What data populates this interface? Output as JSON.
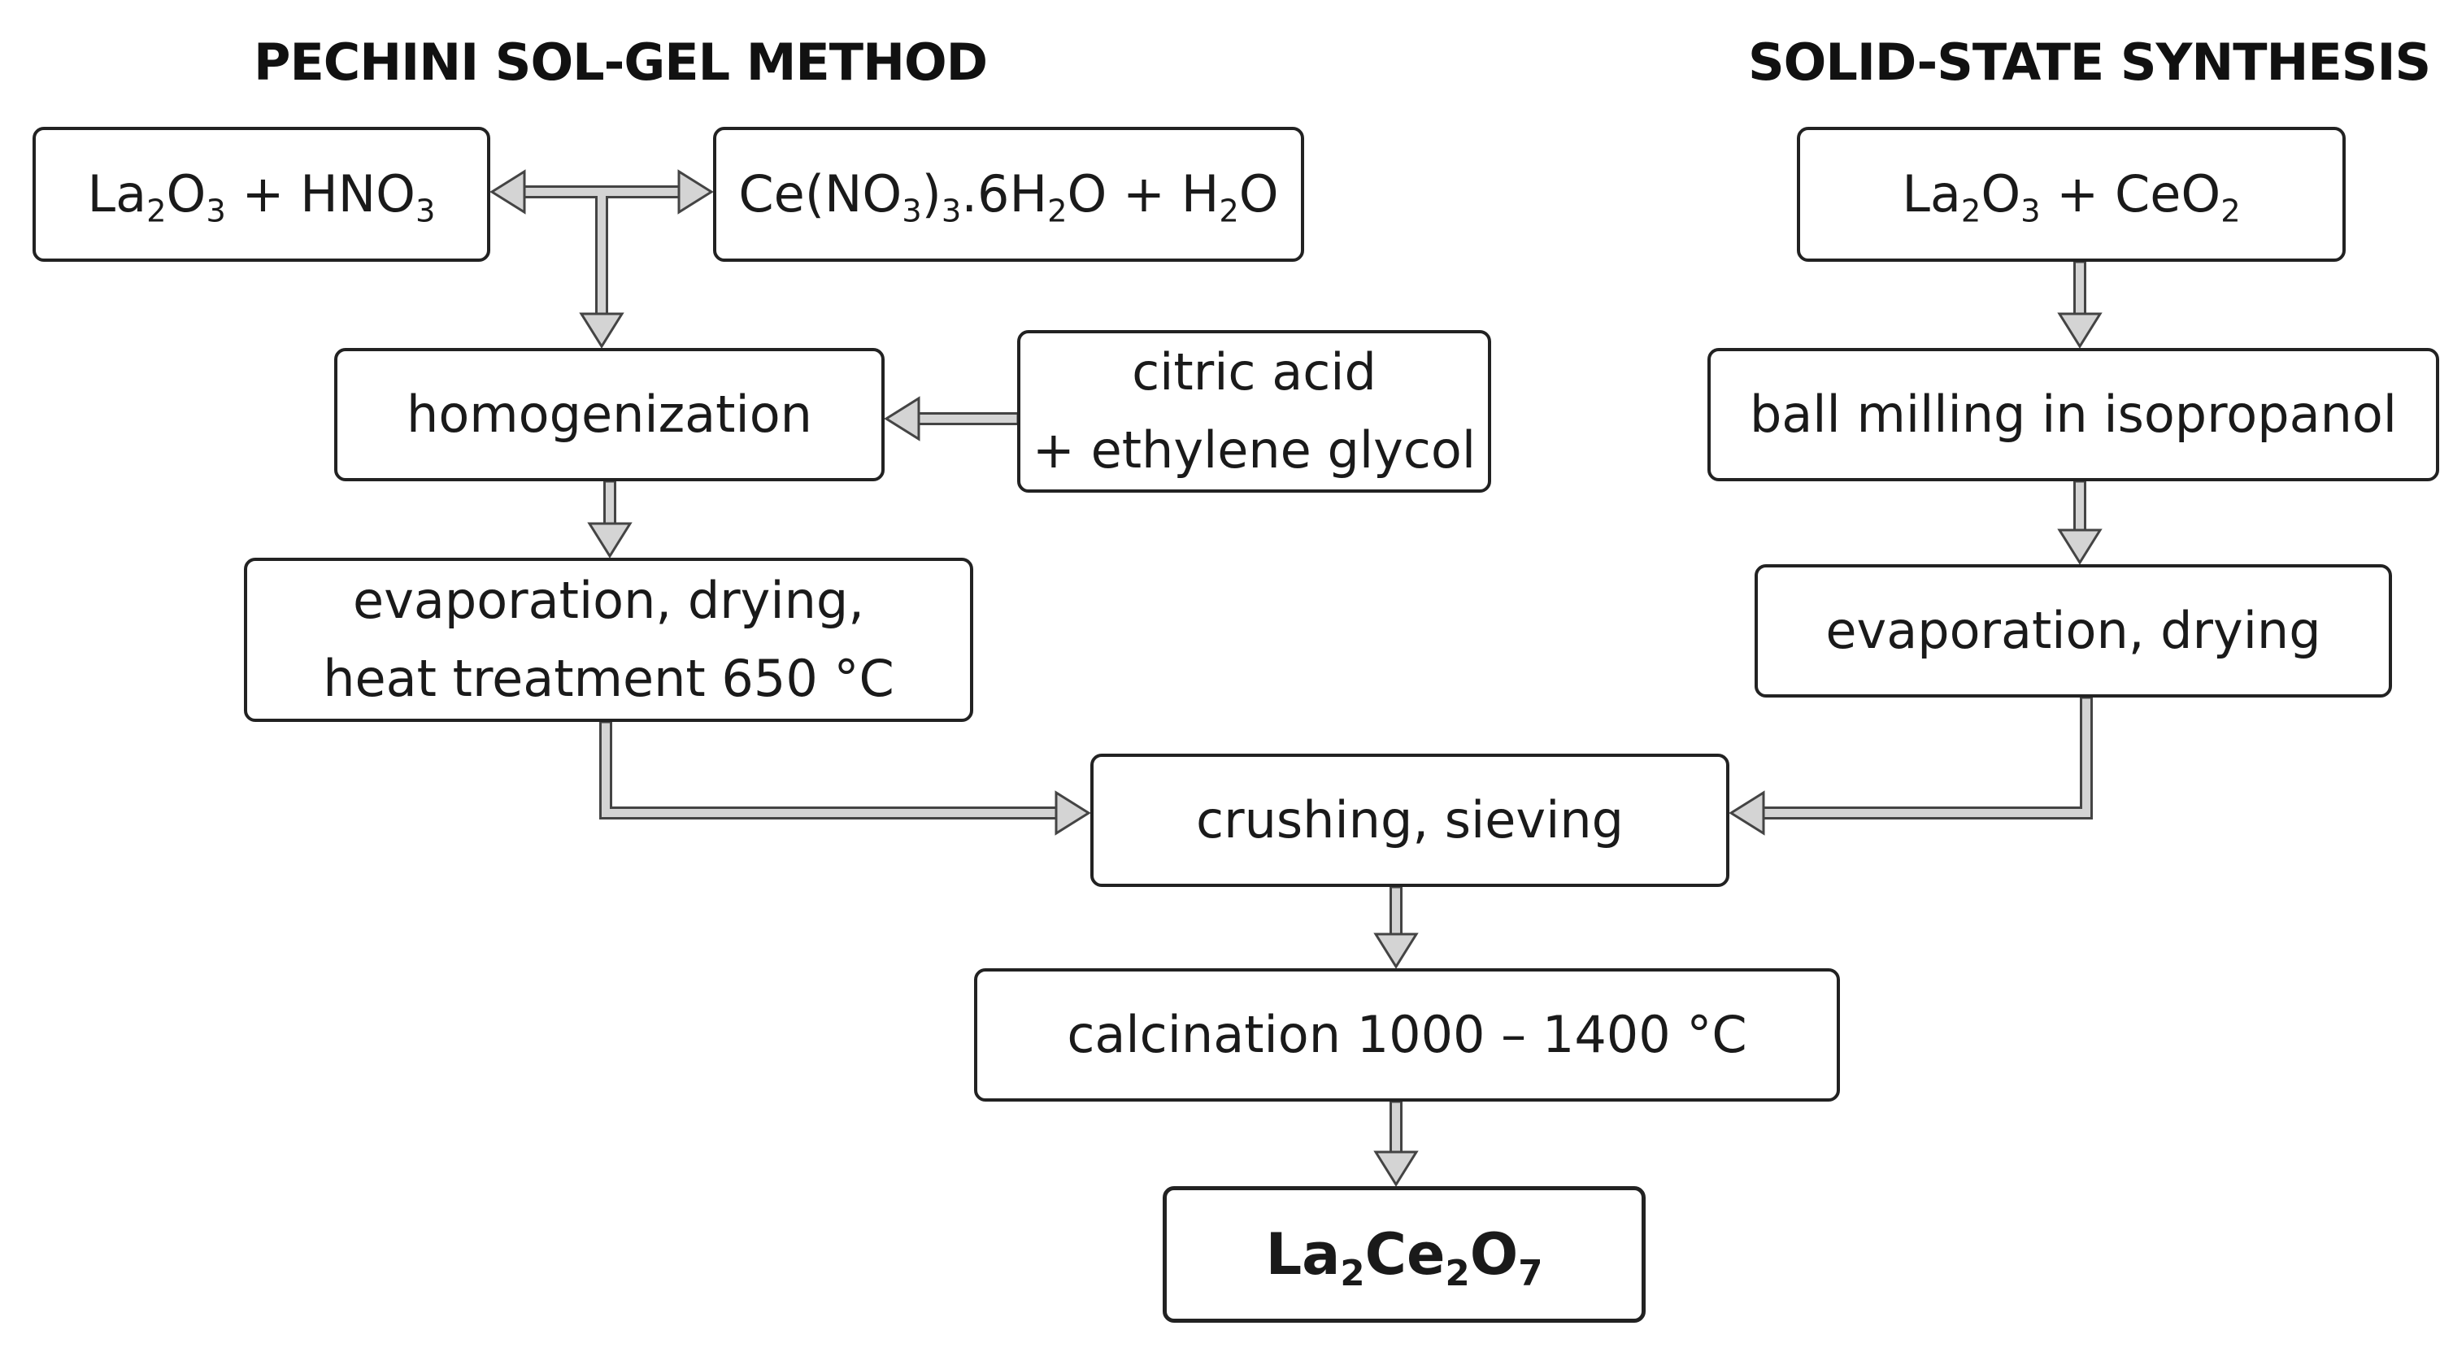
{
  "headings": {
    "left": "PECHINI SOL-GEL METHOD",
    "right": "SOLID-STATE SYNTHESIS"
  },
  "nodes": {
    "la2o3_hno3": [
      [
        {
          "t": "La"
        },
        {
          "s": "2"
        },
        {
          "t": "O"
        },
        {
          "s": "3"
        },
        {
          "t": " + HNO"
        },
        {
          "s": "3"
        }
      ]
    ],
    "ce_nitrate": [
      [
        {
          "t": "Ce(NO"
        },
        {
          "s": "3"
        },
        {
          "t": ")"
        },
        {
          "s": "3"
        },
        {
          "t": ".6H"
        },
        {
          "s": "2"
        },
        {
          "t": "O + H"
        },
        {
          "s": "2"
        },
        {
          "t": "O"
        }
      ]
    ],
    "homogenization": [
      [
        {
          "t": "homogenization"
        }
      ]
    ],
    "citric_acid": [
      [
        {
          "t": "citric acid"
        }
      ],
      [
        {
          "t": "+ ethylene glycol"
        }
      ]
    ],
    "evap_heat": [
      [
        {
          "t": "evaporation, drying,"
        }
      ],
      [
        {
          "t": "heat treatment 650 °C"
        }
      ]
    ],
    "la2o3_ceo2": [
      [
        {
          "t": "La"
        },
        {
          "s": "2"
        },
        {
          "t": "O"
        },
        {
          "s": "3"
        },
        {
          "t": " + CeO"
        },
        {
          "s": "2"
        }
      ]
    ],
    "ball_milling": [
      [
        {
          "t": "ball milling in isopropanol"
        }
      ]
    ],
    "evap_dry": [
      [
        {
          "t": "evaporation, drying"
        }
      ]
    ],
    "crushing": [
      [
        {
          "t": "crushing, sieving"
        }
      ]
    ],
    "calcination": [
      [
        {
          "t": "calcination 1000 – 1400 °C"
        }
      ]
    ],
    "product": [
      [
        {
          "t": "La"
        },
        {
          "s": "2"
        },
        {
          "t": "Ce"
        },
        {
          "s": "2"
        },
        {
          "t": "O"
        },
        {
          "s": "7"
        }
      ]
    ]
  },
  "colors": {
    "arrow_fill": "#d4d4d4",
    "arrow_stroke": "#444444",
    "box_border": "#222222"
  }
}
